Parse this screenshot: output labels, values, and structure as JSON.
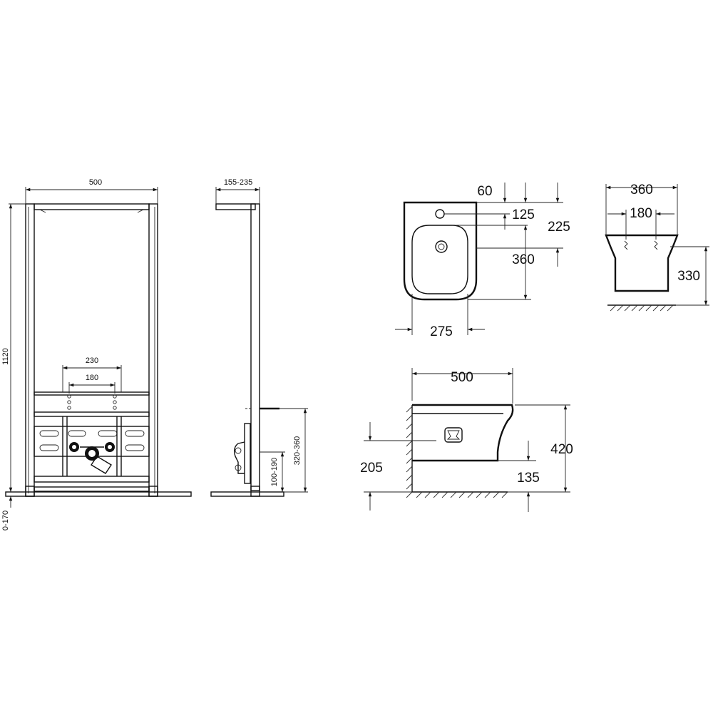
{
  "frame_front": {
    "width": "500",
    "height": "1120",
    "outlet_outer": "230",
    "outlet_inner": "180",
    "foot_adjust": "0-170"
  },
  "frame_side": {
    "depth": "155-235",
    "drain_height": "320-360",
    "supply_height": "100-190"
  },
  "bidet_top": {
    "tap_offset": "60",
    "hole_depth": "125",
    "bowl_start": "225",
    "length": "360",
    "width": "275"
  },
  "bidet_back": {
    "width": "360",
    "bolt_spacing": "180",
    "height": "330"
  },
  "bidet_side": {
    "projection": "500",
    "height": "420",
    "fixing_height": "205",
    "drain_height": "135"
  }
}
